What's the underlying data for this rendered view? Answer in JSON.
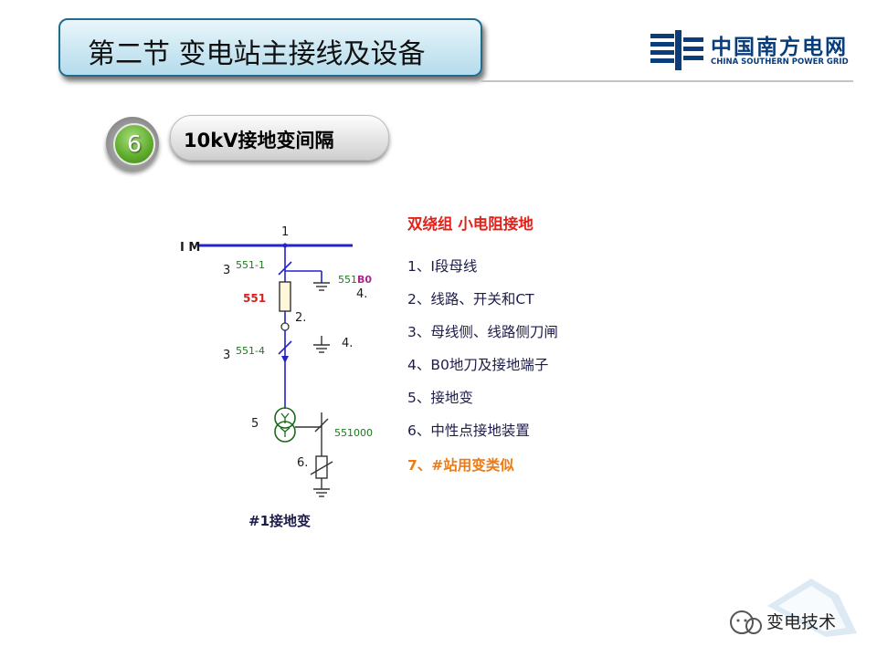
{
  "header": {
    "title": "第二节  变电站主接线及设备",
    "logo_cn": "中国南方电网",
    "logo_en": "CHINA SOUTHERN POWER GRID"
  },
  "section": {
    "number": "6",
    "title": "10kV接地变间隔"
  },
  "diagram": {
    "bus_label": "I M",
    "labels": {
      "n1": "1",
      "n2": "2.",
      "n3a": "3",
      "n3b": "3",
      "n4a": "4.",
      "n4b": "4.",
      "n5": "5",
      "n6": "6."
    },
    "dev_5511": "551-1",
    "dev_5514": "551-4",
    "dev_551b0": "551",
    "dev_551b0_suffix": "B0",
    "breaker": "551",
    "dev_551000": "551000",
    "caption": "#1接地变"
  },
  "legend": {
    "title": "双绕组  小电阻接地",
    "items": [
      "1、Ⅰ段母线",
      "2、线路、开关和CT",
      "3、母线侧、线路侧刀闸",
      "4、B0地刀及接地端子",
      "5、接地变",
      "6、中性点接地装置",
      "7、#站用变类似"
    ]
  },
  "watermark": {
    "text": "变电技术"
  },
  "colors": {
    "line_blue": "#2323c8",
    "label_green": "#1a7a1a",
    "label_red": "#d42020",
    "label_magenta": "#b0248c",
    "legend_red": "#e1221b",
    "legend_orange": "#f07a12",
    "brand_blue": "#0a3d7a"
  }
}
